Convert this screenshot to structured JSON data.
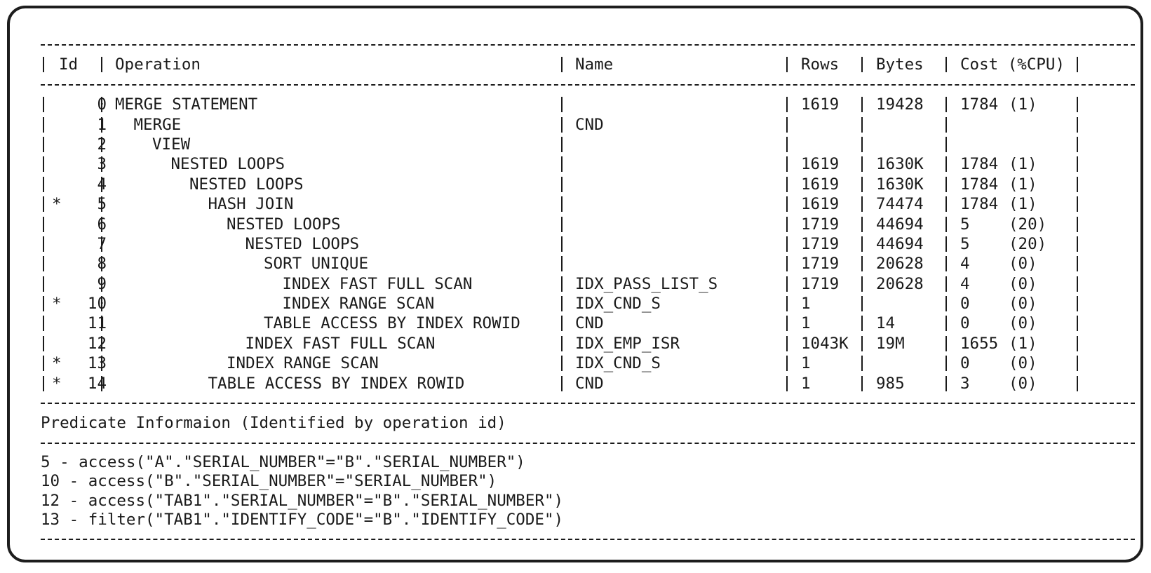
{
  "headers": {
    "id": "Id",
    "operation": "Operation",
    "name": "Name",
    "rows": "Rows",
    "bytes": "Bytes",
    "cost": "Cost (%CPU)"
  },
  "plan_rows": [
    {
      "star": "",
      "id": "0",
      "depth": 0,
      "operation": "MERGE STATEMENT",
      "name": "",
      "rows": "1619",
      "bytes": "19428",
      "cost": "1784",
      "cpu": "(1)"
    },
    {
      "star": "",
      "id": "1",
      "depth": 1,
      "operation": "MERGE",
      "name": "CND",
      "rows": "",
      "bytes": "",
      "cost": "",
      "cpu": ""
    },
    {
      "star": "",
      "id": "2",
      "depth": 2,
      "operation": "VIEW",
      "name": "",
      "rows": "",
      "bytes": "",
      "cost": "",
      "cpu": ""
    },
    {
      "star": "",
      "id": "3",
      "depth": 3,
      "operation": "NESTED LOOPS",
      "name": "",
      "rows": "1619",
      "bytes": "1630K",
      "cost": "1784",
      "cpu": "(1)"
    },
    {
      "star": "",
      "id": "4",
      "depth": 4,
      "operation": "NESTED LOOPS",
      "name": "",
      "rows": "1619",
      "bytes": "1630K",
      "cost": "1784",
      "cpu": "(1)"
    },
    {
      "star": "*",
      "id": "5",
      "depth": 5,
      "operation": "HASH JOIN",
      "name": "",
      "rows": "1619",
      "bytes": "74474",
      "cost": "1784",
      "cpu": "(1)"
    },
    {
      "star": "",
      "id": "6",
      "depth": 6,
      "operation": "NESTED LOOPS",
      "name": "",
      "rows": "1719",
      "bytes": "44694",
      "cost": "5",
      "cpu": "(20)"
    },
    {
      "star": "",
      "id": "7",
      "depth": 7,
      "operation": "NESTED LOOPS",
      "name": "",
      "rows": "1719",
      "bytes": "44694",
      "cost": "5",
      "cpu": "(20)"
    },
    {
      "star": "",
      "id": "8",
      "depth": 8,
      "operation": "SORT UNIQUE",
      "name": "",
      "rows": "1719",
      "bytes": "20628",
      "cost": "4",
      "cpu": "(0)"
    },
    {
      "star": "",
      "id": "9",
      "depth": 9,
      "operation": "INDEX FAST FULL SCAN",
      "name": "IDX_PASS_LIST_S",
      "rows": "1719",
      "bytes": "20628",
      "cost": "4",
      "cpu": "(0)"
    },
    {
      "star": "*",
      "id": "10",
      "depth": 9,
      "operation": "INDEX RANGE SCAN",
      "name": "IDX_CND_S",
      "rows": "1",
      "bytes": "",
      "cost": "0",
      "cpu": "(0)"
    },
    {
      "star": "",
      "id": "11",
      "depth": 8,
      "operation": "TABLE ACCESS BY INDEX ROWID",
      "name": "CND",
      "rows": "1",
      "bytes": "14",
      "cost": "0",
      "cpu": "(0)"
    },
    {
      "star": "",
      "id": "12",
      "depth": 7,
      "operation": "INDEX FAST FULL SCAN",
      "name": "IDX_EMP_ISR",
      "rows": "1043K",
      "bytes": "19M",
      "cost": "1655",
      "cpu": "(1)"
    },
    {
      "star": "*",
      "id": "13",
      "depth": 6,
      "operation": "INDEX RANGE SCAN",
      "name": "IDX_CND_S",
      "rows": "1",
      "bytes": "",
      "cost": "0",
      "cpu": "(0)"
    },
    {
      "star": "*",
      "id": "14",
      "depth": 5,
      "operation": "TABLE ACCESS BY INDEX ROWID",
      "name": "CND",
      "rows": "1",
      "bytes": "985",
      "cost": "3",
      "cpu": "(0)"
    }
  ],
  "predicate_title": "Predicate Informaion (Identified by operation id)",
  "predicates": [
    "5 - access(\"A\".\"SERIAL_NUMBER\"=\"B\".\"SERIAL_NUMBER\")",
    "10 - access(\"B\".\"SERIAL_NUMBER\"=\"SERIAL_NUMBER\")",
    "12 - access(\"TAB1\".\"SERIAL_NUMBER\"=\"B\".\"SERIAL_NUMBER\")",
    "13 - filter(\"TAB1\".\"IDENTIFY_CODE\"=\"B\".\"IDENTIFY_CODE\")"
  ]
}
